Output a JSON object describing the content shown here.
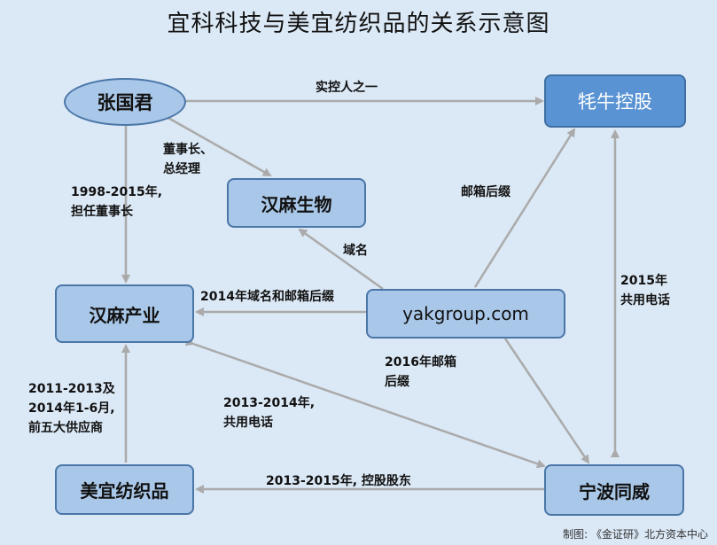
{
  "title": "宜科科技与美宜纺织品的关系示意图",
  "colors": {
    "background": "#dbe8f5",
    "node_fill": "#a9c7e8",
    "node_border": "#4a76a8",
    "node_highlight": "#5a93d3",
    "edge": "#aaaaaa"
  },
  "nodes": {
    "zhangguojun": "张国君",
    "maoniu": "牦牛控股",
    "hanma_bio": "汉麻生物",
    "hanma_industry": "汉麻产业",
    "yakgroup": "yakgroup.com",
    "meiyi": "美宜纺织品",
    "ningbo": "宁波同威"
  },
  "edges": {
    "controller": "实控人之一",
    "chairman_gm_1": "董事长、",
    "chairman_gm_2": "总经理",
    "chairman_years_1": "1998-2015年,",
    "chairman_years_2": "担任董事长",
    "email_suffix": "邮箱后缀",
    "domain": "域名",
    "domain_email_2014": "2014年域名和邮箱后缀",
    "phone_2015_1": "2015年",
    "phone_2015_2": "共用电话",
    "email_2016_1": "2016年邮箱",
    "email_2016_2": "后缀",
    "phone_2013_1": "2013-2014年,",
    "phone_2013_2": "共用电话",
    "supplier_1": "2011-2013及",
    "supplier_2": "2014年1-6月,",
    "supplier_3": "前五大供应商",
    "holding": "2013-2015年,  控股股东"
  },
  "credit": "制图: 《金证研》北方资本中心"
}
